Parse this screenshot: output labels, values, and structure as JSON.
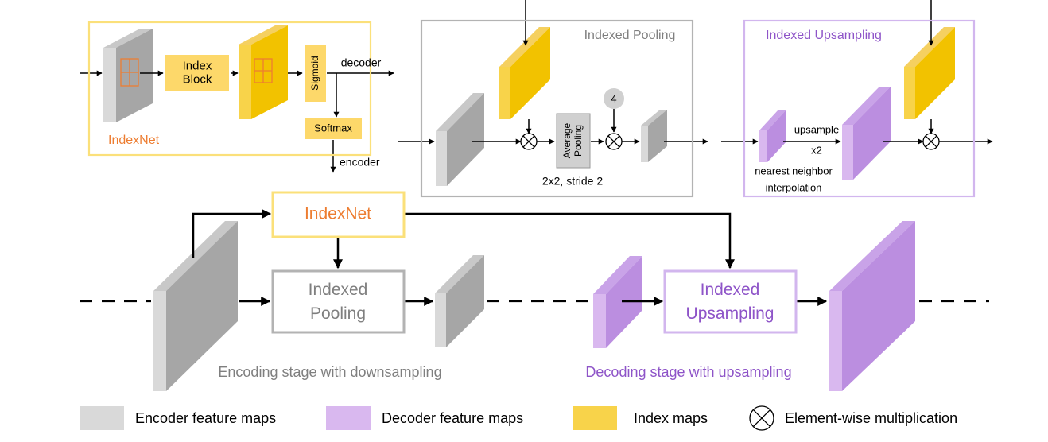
{
  "colors": {
    "encoder_front": "#d9d9d9",
    "encoder_side": "#a6a6a6",
    "encoder_top": "#c8c8c8",
    "decoder_front": "#d9b8ef",
    "decoder_side": "#bb8ee0",
    "decoder_top": "#c9a3e8",
    "index_front": "#f8d34a",
    "index_side": "#f2c200",
    "index_top": "#f5d060",
    "indexnet_border": "#fbe07a",
    "indexnet_text": "#ed7d31",
    "pooling_border": "#b3b3b3",
    "pooling_text": "#7f7f7f",
    "upsampling_border": "#d2b6ee",
    "upsampling_text": "#8e54c8",
    "block_fill": "#fdd86a",
    "avgpool_fill": "#d0d0d0",
    "grid_color": "#ed7d31",
    "arrow": "#000000"
  },
  "panels": {
    "indexnet": {
      "label": "IndexNet",
      "index_block": "Index\nBlock",
      "sigmoid": "Sigmoid",
      "softmax": "Softmax",
      "out_decoder": "decoder",
      "out_encoder": "encoder"
    },
    "indexed_pooling": {
      "title": "Indexed Pooling",
      "avg_pool": "Average\nPooling",
      "scale_factor": "4",
      "caption": "2x2, stride 2"
    },
    "indexed_upsampling": {
      "title": "Indexed Upsampling",
      "upsample_label": "upsample",
      "upsample_factor": "x2",
      "interp_line1": "nearest neighbor",
      "interp_line2": "interpolation"
    }
  },
  "pipeline": {
    "indexnet_box": "IndexNet",
    "pooling_box": "Indexed\nPooling",
    "upsampling_box": "Indexed\nUpsampling",
    "encoding_caption": "Encoding stage with downsampling",
    "decoding_caption": "Decoding stage with upsampling"
  },
  "legend": [
    {
      "label": "Encoder feature maps",
      "swatch": "encoder"
    },
    {
      "label": "Decoder feature maps",
      "swatch": "decoder"
    },
    {
      "label": "Index maps",
      "swatch": "index"
    },
    {
      "label": "Element-wise multiplication",
      "swatch": "otimes"
    }
  ]
}
